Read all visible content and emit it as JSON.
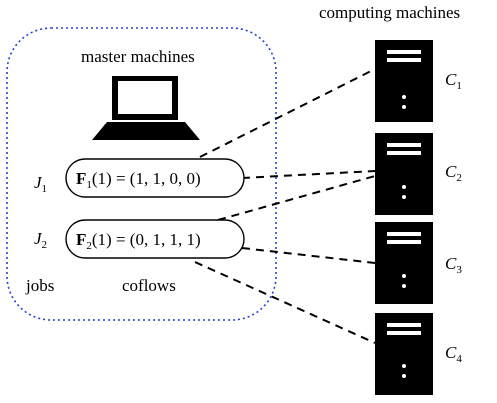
{
  "title": "computing machines",
  "master": {
    "label": "master machines"
  },
  "jobs_label": "jobs",
  "coflows_label": "coflows",
  "jobs": [
    {
      "name": "J",
      "sub": "1",
      "coflow_symbol": "F",
      "coflow_sub": "1",
      "coflow_arg": "(1)",
      "coflow_value": " = (1, 1, 0, 0)"
    },
    {
      "name": "J",
      "sub": "2",
      "coflow_symbol": "F",
      "coflow_sub": "2",
      "coflow_arg": "(1)",
      "coflow_value": " = (0, 1, 1, 1)"
    }
  ],
  "machines": [
    {
      "name": "C",
      "sub": "1"
    },
    {
      "name": "C",
      "sub": "2"
    },
    {
      "name": "C",
      "sub": "3"
    },
    {
      "name": "C",
      "sub": "4"
    }
  ],
  "colors": {
    "group_border": "#2a3fd6",
    "ink": "#000000",
    "server_stripe": "#ffffff"
  }
}
